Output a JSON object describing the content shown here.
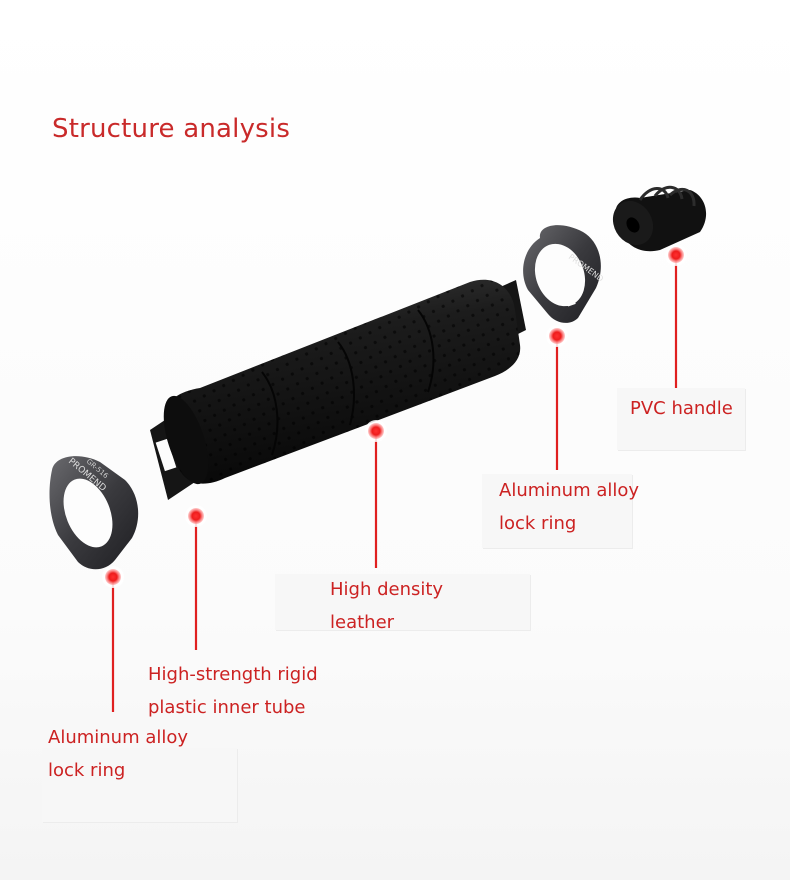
{
  "title": "Structure analysis",
  "accent_color": "#e02020",
  "components": [
    {
      "id": "pvc-handle",
      "lines": [
        "PVC handle"
      ]
    },
    {
      "id": "lock-ring-right",
      "lines": [
        "Aluminum alloy",
        "lock ring"
      ]
    },
    {
      "id": "leather",
      "lines": [
        "High density",
        "leather"
      ]
    },
    {
      "id": "inner-tube",
      "lines": [
        "High-strength rigid",
        "plastic inner tube"
      ]
    },
    {
      "id": "lock-ring-left",
      "lines": [
        "Aluminum alloy",
        "lock ring"
      ]
    }
  ],
  "ring_branding": {
    "brand": "PROMEND",
    "model": "GR-516"
  }
}
